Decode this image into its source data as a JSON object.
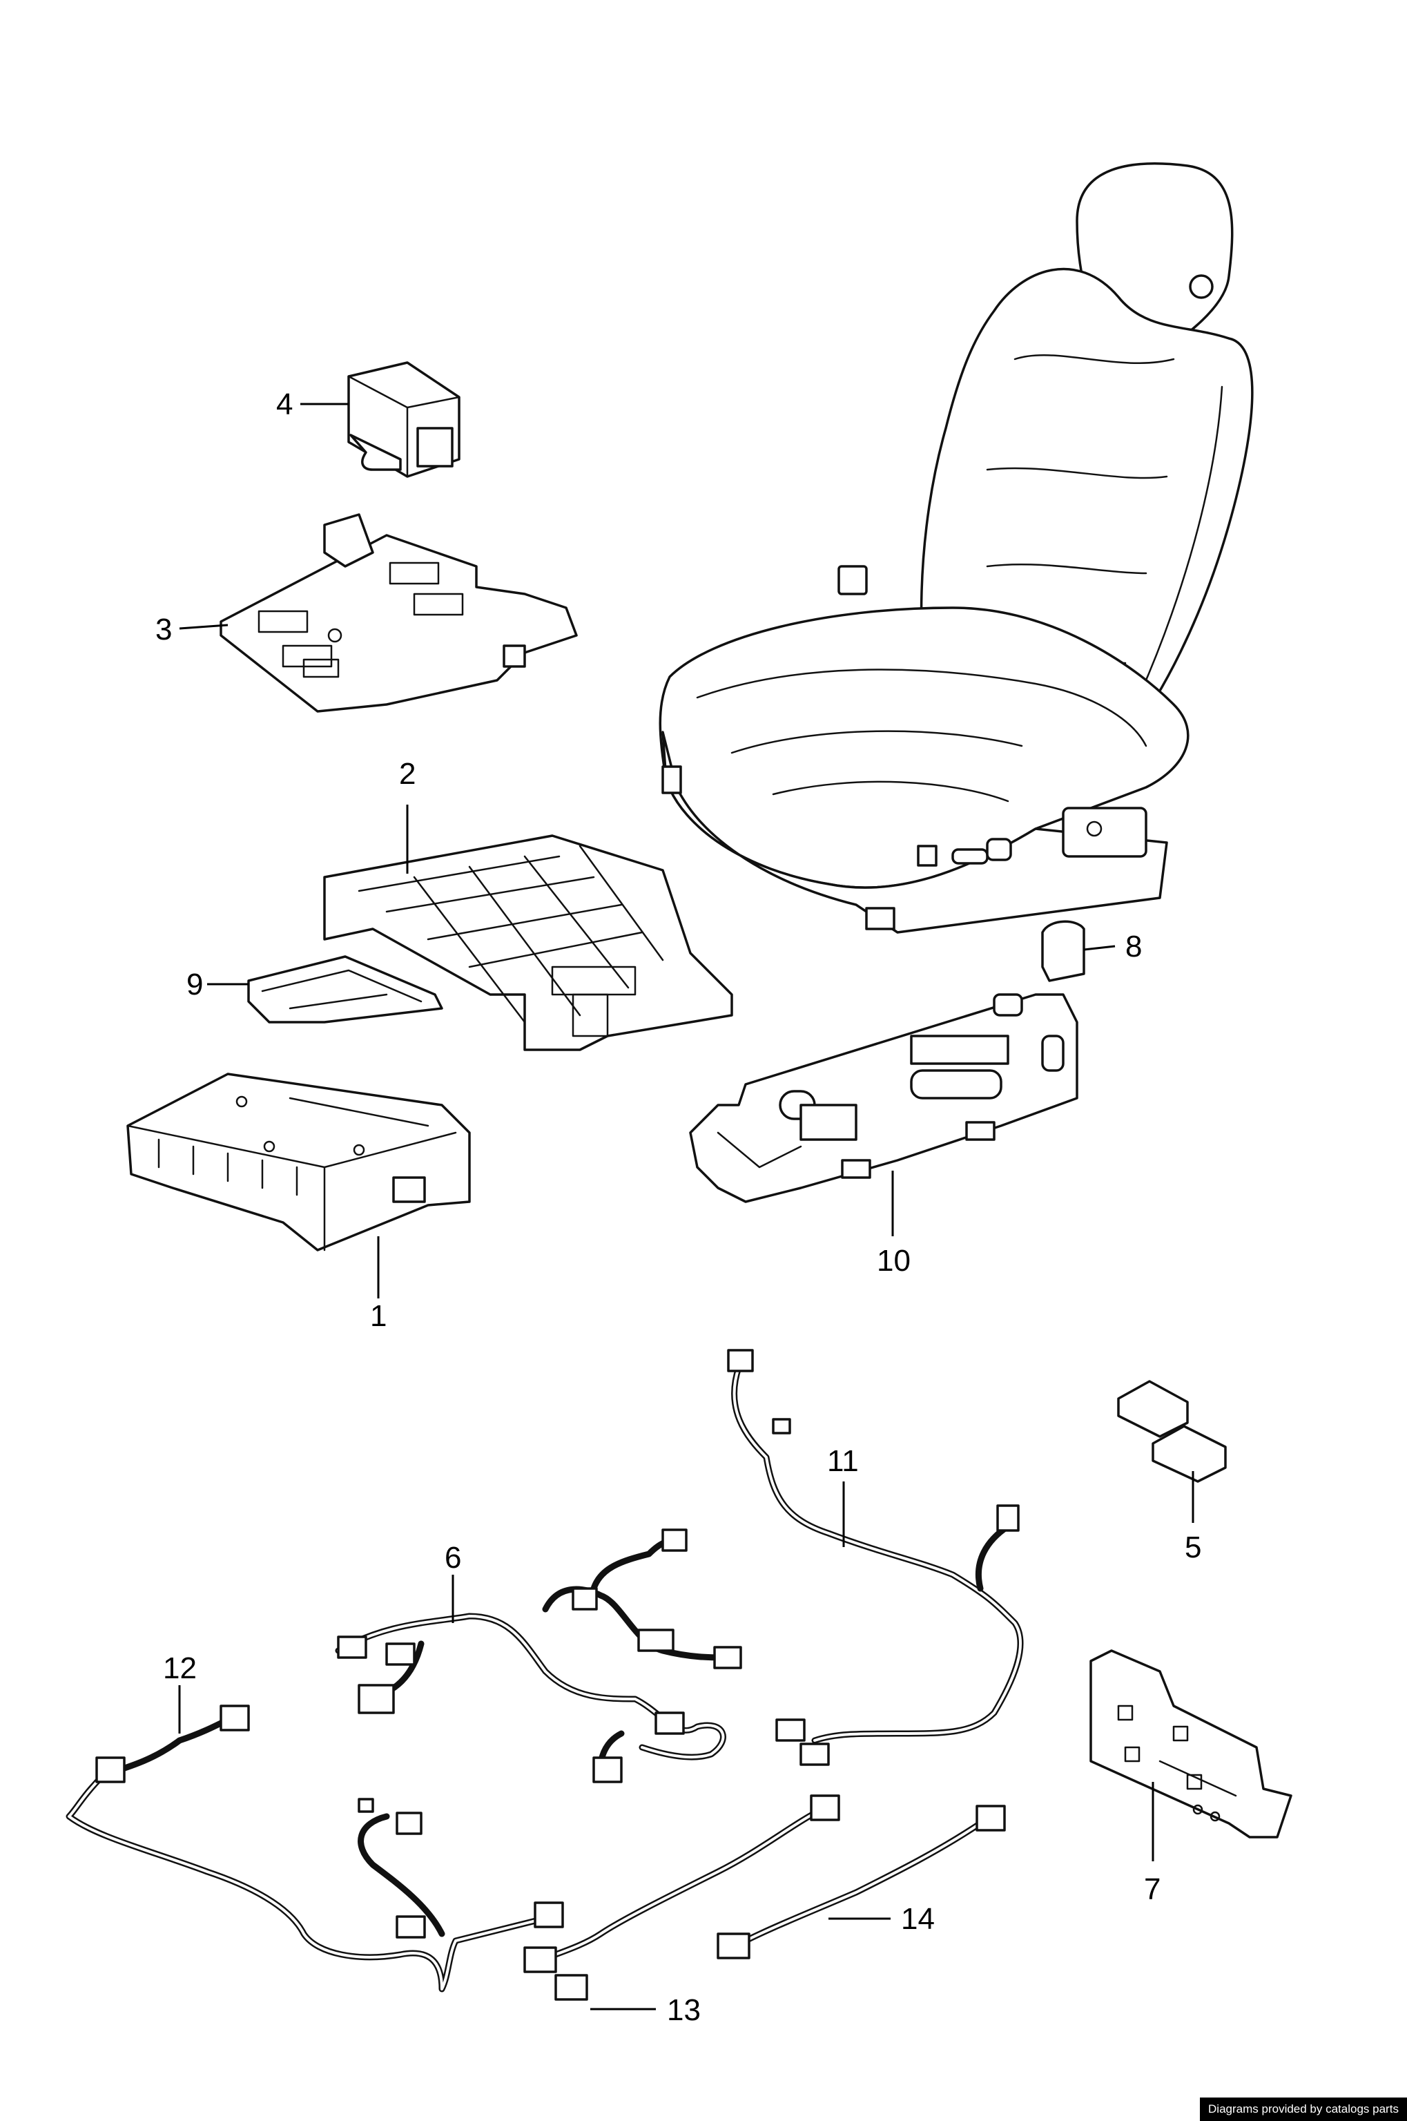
{
  "callouts": [
    "1",
    "2",
    "3",
    "4",
    "5",
    "6",
    "7",
    "8",
    "9",
    "10",
    "11",
    "12",
    "13",
    "14"
  ],
  "credit": "Diagrams provided by catalogs parts"
}
